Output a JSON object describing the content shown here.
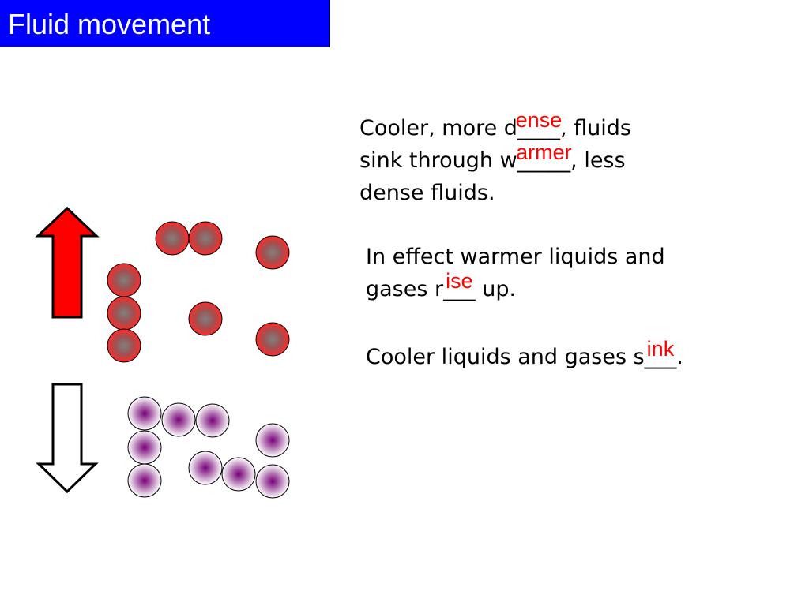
{
  "title": "Fluid movement",
  "paragraph1": {
    "l1_pre": "Cooler, more d",
    "l1_blank": "____",
    "l1_answer": "ense",
    "l1_post": ", fluids",
    "l2_pre": "sink through w",
    "l2_blank": "_____",
    "l2_answer": "armer",
    "l2_post": ", less",
    "l3": "dense fluids."
  },
  "paragraph2": {
    "l1": "In effect warmer liquids and",
    "l2_pre": "gases r",
    "l2_blank": "___",
    "l2_answer": "ise",
    "l2_post": " up."
  },
  "paragraph3": {
    "l1_pre": "Cooler liquids and gases s",
    "l1_blank": "___",
    "l1_answer": "ink",
    "l1_post": "."
  },
  "colors": {
    "title_bg": "#0000ff",
    "answer": "#ff0000",
    "warm_particle": "#ff3333",
    "cool_particle": "#800080",
    "up_arrow": "#ff0000"
  },
  "icons": {
    "up_arrow": "up-arrow-icon",
    "down_arrow": "down-arrow-icon"
  }
}
